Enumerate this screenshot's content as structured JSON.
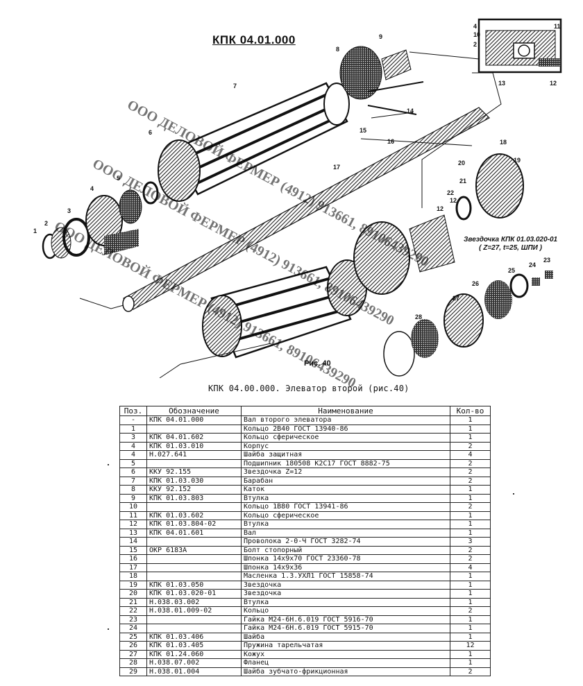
{
  "drawing": {
    "title": "КПК 04.01.000",
    "figure_label": "Рис. 40",
    "sprocket_note_line1": "Звездочка КПК 01.03.020-01",
    "sprocket_note_line2": "( Z=27, t=25, ШПИ )",
    "callouts": [
      "1",
      "2",
      "3",
      "4",
      "5",
      "6",
      "7",
      "8",
      "9",
      "10",
      "11",
      "12",
      "13",
      "14",
      "15",
      "16",
      "17",
      "18",
      "19",
      "20",
      "21",
      "22",
      "23",
      "24",
      "25",
      "26",
      "27",
      "28",
      "4",
      "10",
      "2",
      "11",
      "12",
      "13",
      "12"
    ]
  },
  "watermarks": [
    "ООО ДЕЛОВОЙ ФЕРМЕР (4912) 913661, 89106439290",
    "ООО ДЕЛОВОЙ ФЕРМЕР (4912) 913661, 89106439290",
    "ООО ДЕЛОВОЙ ФЕРМЕР (4912) 913661, 89106439290"
  ],
  "caption": "КПК 04.00.000. Элеватор второй (рис.40)",
  "table": {
    "headers": [
      "Поз.",
      "Обозначение",
      "Наименование",
      "Кол-во"
    ],
    "rows": [
      [
        "-",
        "КПК 04.01.000",
        "Вал второго элеватора",
        "1"
      ],
      [
        "1",
        "",
        "Кольцо 2В40 ГОСТ 13940-86",
        "1"
      ],
      [
        "3",
        "КПК 04.01.602",
        "Кольцо сферическое",
        "1"
      ],
      [
        "4",
        "КПК 01.03.010",
        "Корпус",
        "2"
      ],
      [
        "4",
        "Н.027.641",
        "Шайба защитная",
        "4"
      ],
      [
        "5",
        "",
        "Подшипник 180508 К2С17 ГОСТ 8882-75",
        "2"
      ],
      [
        "6",
        "ККУ 92.155",
        "Звездочка Z=12",
        "2"
      ],
      [
        "7",
        "КПК 01.03.030",
        "Барабан",
        "2"
      ],
      [
        "8",
        "ККУ 92.152",
        "Каток",
        "1"
      ],
      [
        "9",
        "КПК 01.03.803",
        "Втулка",
        "1"
      ],
      [
        "10",
        "",
        "Кольцо 1В80 ГОСТ 13941-86",
        "2"
      ],
      [
        "11",
        "КПК 01.03.602",
        "Кольцо сферическое",
        "1"
      ],
      [
        "12",
        "КПК 01.03.804-02",
        "Втулка",
        "1"
      ],
      [
        "13",
        "КПК 04.01.601",
        "Вал",
        "1"
      ],
      [
        "14",
        "",
        "Проволока 2-0-Ч ГОСТ 3282-74",
        "3"
      ],
      [
        "15",
        "ОКР 6183А",
        "Болт стопорный",
        "2"
      ],
      [
        "16",
        "",
        "Шпонка 14х9х70 ГОСТ 23360-78",
        "2"
      ],
      [
        "17",
        "",
        "Шпонка 14х9х36",
        "4"
      ],
      [
        "18",
        "",
        "Масленка 1.3.УХЛ1 ГОСТ 15858-74",
        "1"
      ],
      [
        "19",
        "КПК 01.03.050",
        "Звездочка",
        "1"
      ],
      [
        "20",
        "КПК 01.03.020-01",
        "Звездочка",
        "1"
      ],
      [
        "21",
        "Н.038.03.002",
        "Втулка",
        "1"
      ],
      [
        "22",
        "Н.038.01.009-02",
        "Кольцо",
        "2"
      ],
      [
        "23",
        "",
        "Гайка М24-6Н.6.019 ГОСТ 5916-70",
        "1"
      ],
      [
        "24",
        "",
        "Гайка М24-6Н.6.019 ГОСТ 5915-70",
        "1"
      ],
      [
        "25",
        "КПК 01.03.406",
        "Шайба",
        "1"
      ],
      [
        "26",
        "КПК 01.03.405",
        "Пружина тарельчатая",
        "12"
      ],
      [
        "27",
        "КПК 01.24.060",
        "Кожух",
        "1"
      ],
      [
        "28",
        "Н.038.07.002",
        "Фланец",
        "1"
      ],
      [
        "29",
        "Н.038.01.004",
        "Шайба зубчато-фрикционная",
        "2"
      ]
    ]
  }
}
